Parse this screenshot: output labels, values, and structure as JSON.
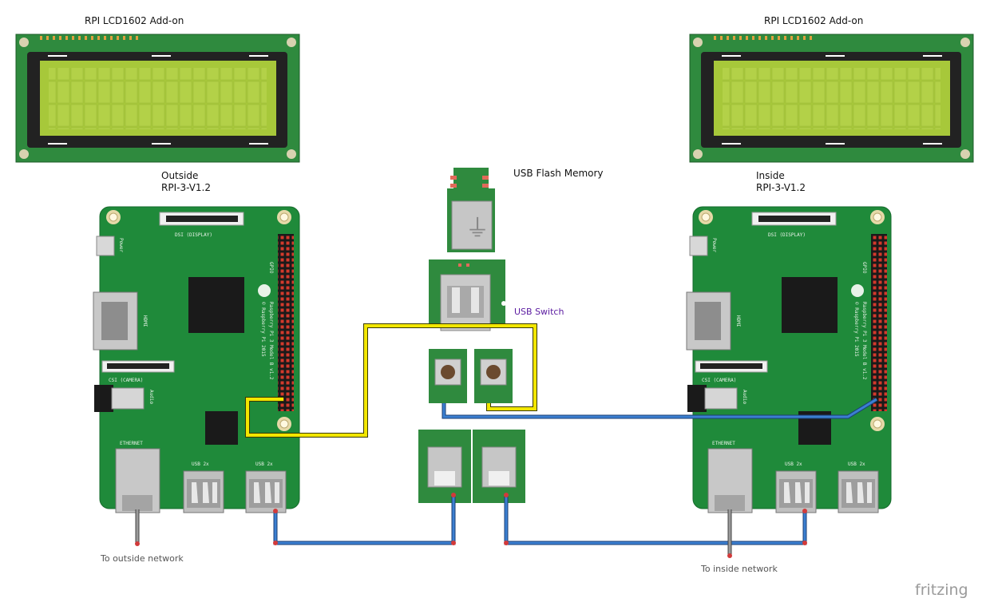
{
  "labels": {
    "lcd_left": "RPI LCD1602 Add-on",
    "lcd_right": "RPI LCD1602 Add-on",
    "rpi_left_name": "Outside",
    "rpi_left_model": "RPI-3-V1.2",
    "rpi_right_name": "Inside",
    "rpi_right_model": "RPI-3-V1.2",
    "usb_flash": "USB Flash Memory",
    "usb_switch": "USB Switch",
    "net_left": "To outside network",
    "net_right": "To inside network",
    "brand": "fritzing"
  },
  "board_silk": {
    "power": "Power",
    "hdmi": "HDMI",
    "dsi": "DSI (DISPLAY)",
    "csi": "CSI (CAMERA)",
    "audio": "Audio",
    "ethernet": "ETHERNET",
    "usb1": "USB 2x",
    "usb2": "USB 2x",
    "gpio": "GPIO",
    "brandline": "Raspberry Pi 3 Model B v1.2",
    "copyright": "© Raspberry Pi 2015"
  },
  "wire_colors": {
    "yellow": "#f2e600",
    "blue": "#2f6fbf",
    "gray": "#8a8a8a"
  },
  "colors": {
    "pcb": "#1f8a3a",
    "lcd_screen": "#a7c83a",
    "header": "#c0392b"
  }
}
